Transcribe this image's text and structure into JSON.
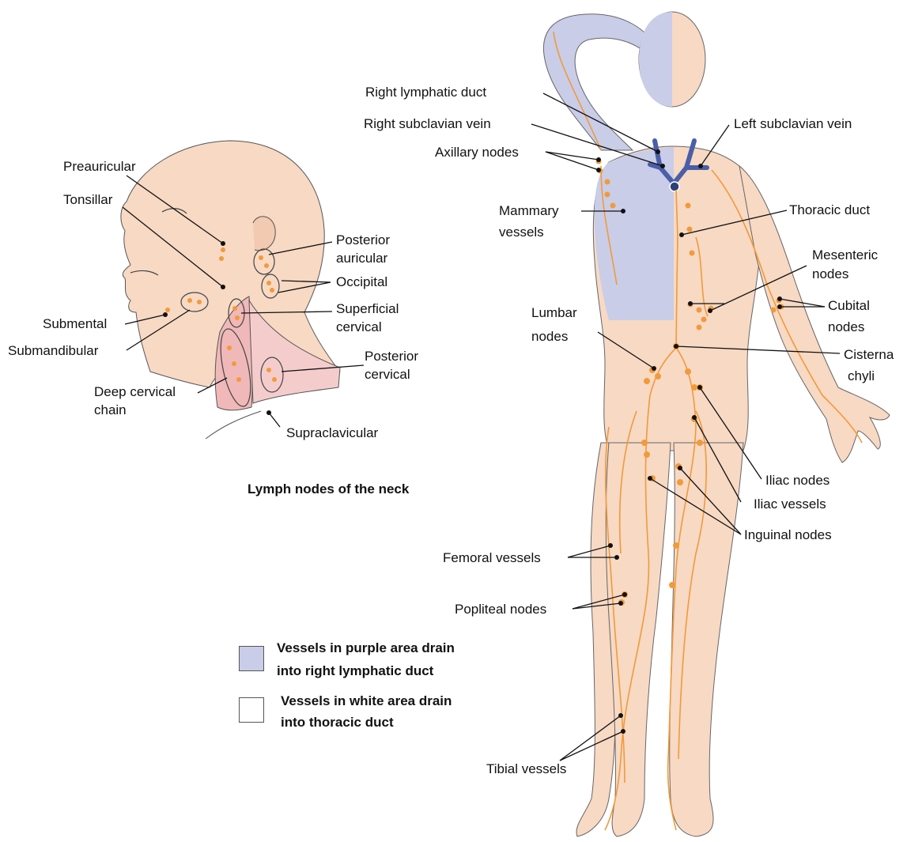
{
  "colors": {
    "skin": "#f7d9c4",
    "skin_dark": "#efc2a6",
    "purple_area": "#c9cde8",
    "vessel": "#f29a3a",
    "vein": "#4a5fa8",
    "line": "#111111"
  },
  "neck_figure": {
    "caption": "Lymph nodes of the neck",
    "labels": {
      "preauricular": "Preauricular",
      "tonsillar": "Tonsillar",
      "posterior_auricular_1": "Posterior",
      "posterior_auricular_2": "auricular",
      "occipital": "Occipital",
      "superficial_cervical_1": "Superficial",
      "superficial_cervical_2": "cervical",
      "submental": "Submental",
      "submandibular": "Submandibular",
      "posterior_cervical_1": "Posterior",
      "posterior_cervical_2": "cervical",
      "deep_cervical_1": "Deep cervical",
      "deep_cervical_2": "chain",
      "supraclavicular": "Supraclavicular"
    }
  },
  "body_figure": {
    "labels": {
      "right_lymphatic_duct": "Right lymphatic duct",
      "right_subclavian_vein": "Right subclavian vein",
      "left_subclavian_vein": "Left subclavian vein",
      "axillary_nodes": "Axillary nodes",
      "mammary_vessels_1": "Mammary",
      "mammary_vessels_2": "vessels",
      "thoracic_duct": "Thoracic duct",
      "mesenteric_nodes_1": "Mesenteric",
      "mesenteric_nodes_2": "nodes",
      "cubital_nodes_1": "Cubital",
      "cubital_nodes_2": "nodes",
      "lumbar_nodes_1": "Lumbar",
      "lumbar_nodes_2": "nodes",
      "cisterna_chyli_1": "Cisterna",
      "cisterna_chyli_2": "chyli",
      "iliac_nodes": "Iliac nodes",
      "iliac_vessels": "Iliac vessels",
      "inguinal_nodes": "Inguinal nodes",
      "femoral_vessels": "Femoral vessels",
      "popliteal_nodes": "Popliteal nodes",
      "tibial_vessels": "Tibial vessels"
    }
  },
  "legend": {
    "purple_1": "Vessels in purple area drain",
    "purple_2": "into right lymphatic duct",
    "white_1": "Vessels in white area drain",
    "white_2": "into thoracic duct"
  }
}
